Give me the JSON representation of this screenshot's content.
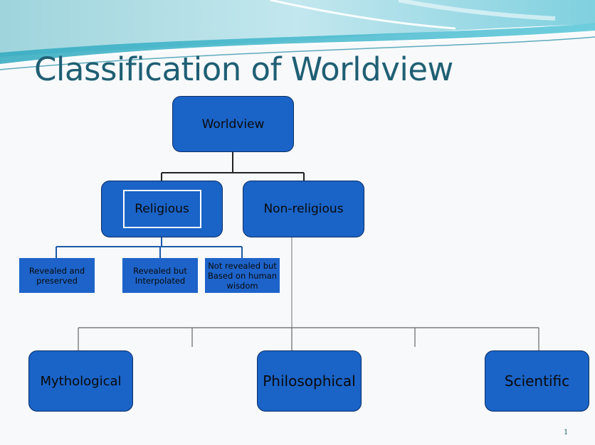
{
  "slide": {
    "title": "Classification of Worldview",
    "page_number": "1"
  },
  "nodes": {
    "worldview": "Worldview",
    "religious": "Religious",
    "non_religious": "Non-religious",
    "revealed_preserved": "Revealed and preserved",
    "revealed_interpolated": "Revealed but Interpolated",
    "not_revealed": "Not revealed but Based on human wisdom",
    "mythological": "Mythological",
    "philosophical": "Philosophical",
    "scientific": "Scientific"
  },
  "colors": {
    "node_fill": "#1a63c7",
    "node_border": "#0b2f66",
    "title": "#1f5f74",
    "banner_teal": "#7fd6e3",
    "connector_dark": "#222222",
    "connector_blue": "#1e5aa8",
    "connector_gray": "#888888"
  }
}
